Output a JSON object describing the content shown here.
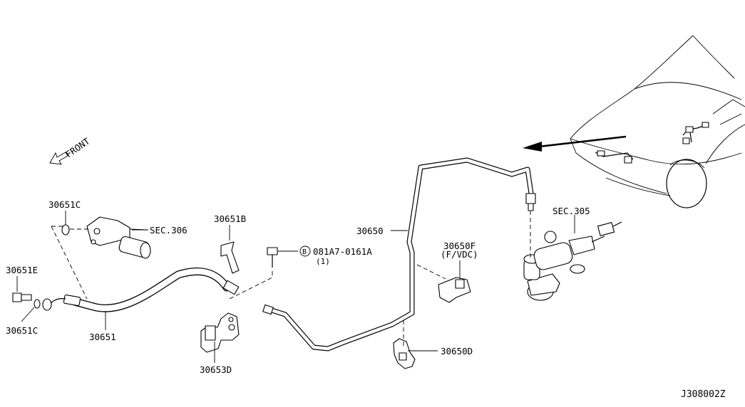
{
  "diagram_code": "J308002Z",
  "front_label": "FRONT",
  "labels": {
    "p30651c_top": "30651C",
    "p30651e": "30651E",
    "p30651c_bottom": "30651C",
    "sec306": "SEC.306",
    "p30651b": "30651B",
    "p30651": "30651",
    "p30653d": "30653D",
    "bolt_circle": "B",
    "bolt_part": "081A7-0161A",
    "bolt_qty": "(1)",
    "p30650": "30650",
    "p30650f": "30650F",
    "p30650f_note": "(F/VDC)",
    "p30650d": "30650D",
    "sec305": "SEC.305"
  }
}
